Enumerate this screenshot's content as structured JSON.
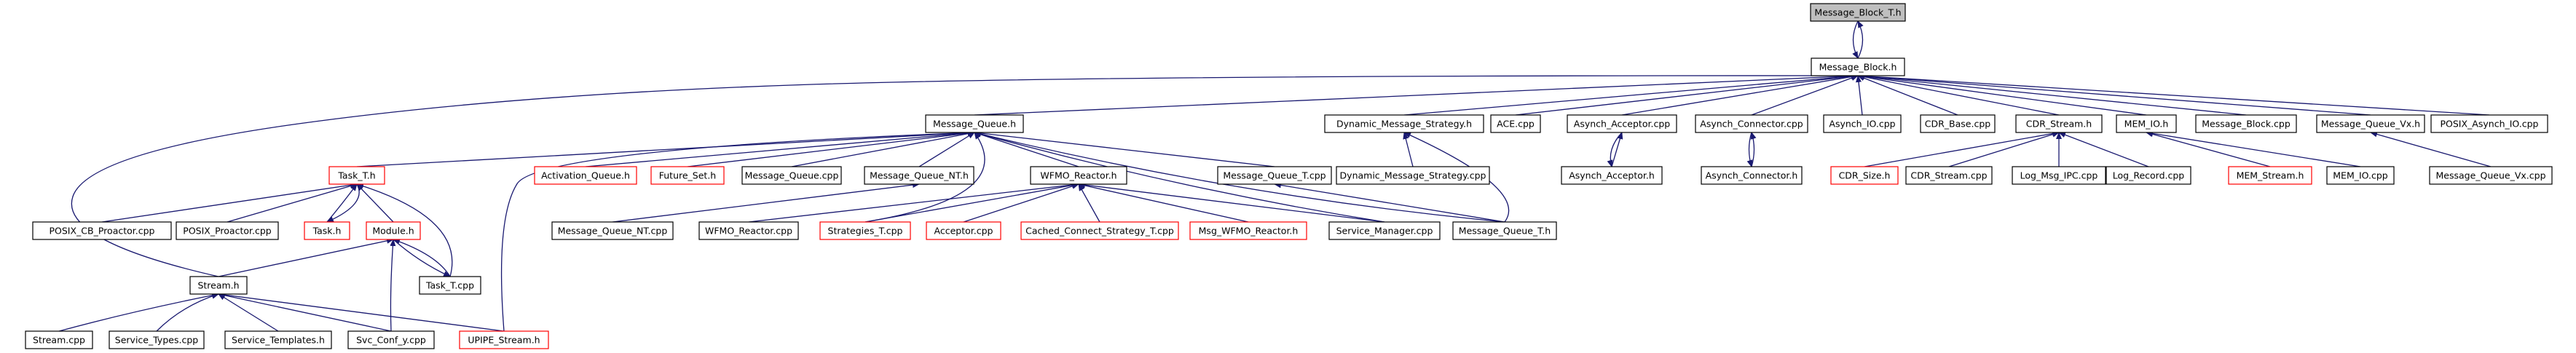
{
  "diagram": {
    "title": "",
    "colors": {
      "edge": "#191970",
      "normal_border": "#000000",
      "incomplete_border": "#ff0000",
      "root_fill": "#bfbfbf",
      "background": "#ffffff"
    },
    "nodes": [
      {
        "id": "root",
        "label": "Message_Block_T.h",
        "style": "root"
      },
      {
        "id": "mb",
        "label": "Message_Block.h"
      },
      {
        "id": "mq",
        "label": "Message_Queue.h"
      },
      {
        "id": "dms",
        "label": "Dynamic_Message_Strategy.h"
      },
      {
        "id": "acecpp",
        "label": "ACE.cpp"
      },
      {
        "id": "aacpp",
        "label": "Asynch_Acceptor.cpp"
      },
      {
        "id": "accpp",
        "label": "Asynch_Connector.cpp"
      },
      {
        "id": "aiocpp",
        "label": "Asynch_IO.cpp"
      },
      {
        "id": "cdrbase",
        "label": "CDR_Base.cpp"
      },
      {
        "id": "cdrs",
        "label": "CDR_Stream.h"
      },
      {
        "id": "memio",
        "label": "MEM_IO.h"
      },
      {
        "id": "mbcpp",
        "label": "Message_Block.cpp"
      },
      {
        "id": "mqvx",
        "label": "Message_Queue_Vx.h"
      },
      {
        "id": "paio",
        "label": "POSIX_Asynch_IO.cpp"
      },
      {
        "id": "taskt",
        "label": "Task_T.h",
        "style": "red"
      },
      {
        "id": "actq",
        "label": "Activation_Queue.h",
        "style": "red"
      },
      {
        "id": "futs",
        "label": "Future_Set.h",
        "style": "red"
      },
      {
        "id": "mqcpp",
        "label": "Message_Queue.cpp"
      },
      {
        "id": "mqnt",
        "label": "Message_Queue_NT.h"
      },
      {
        "id": "wfmo",
        "label": "WFMO_Reactor.h"
      },
      {
        "id": "mqtcpp",
        "label": "Message_Queue_T.cpp"
      },
      {
        "id": "dmscpp",
        "label": "Dynamic_Message_Strategy.cpp"
      },
      {
        "id": "aah",
        "label": "Asynch_Acceptor.h"
      },
      {
        "id": "ach",
        "label": "Asynch_Connector.h"
      },
      {
        "id": "cdrsize",
        "label": "CDR_Size.h",
        "style": "red"
      },
      {
        "id": "cdrscpp",
        "label": "CDR_Stream.cpp"
      },
      {
        "id": "logipc",
        "label": "Log_Msg_IPC.cpp"
      },
      {
        "id": "logrec",
        "label": "Log_Record.cpp"
      },
      {
        "id": "memst",
        "label": "MEM_Stream.h",
        "style": "red"
      },
      {
        "id": "memiocpp",
        "label": "MEM_IO.cpp"
      },
      {
        "id": "mqvxcpp",
        "label": "Message_Queue_Vx.cpp"
      },
      {
        "id": "pcb",
        "label": "POSIX_CB_Proactor.cpp"
      },
      {
        "id": "pp",
        "label": "POSIX_Proactor.cpp"
      },
      {
        "id": "taskh",
        "label": "Task.h",
        "style": "red"
      },
      {
        "id": "modh",
        "label": "Module.h",
        "style": "red"
      },
      {
        "id": "mqntcpp",
        "label": "Message_Queue_NT.cpp"
      },
      {
        "id": "wfmocpp",
        "label": "WFMO_Reactor.cpp"
      },
      {
        "id": "stratt",
        "label": "Strategies_T.cpp",
        "style": "red"
      },
      {
        "id": "acccpp",
        "label": "Acceptor.cpp",
        "style": "red"
      },
      {
        "id": "ccst",
        "label": "Cached_Connect_Strategy_T.cpp",
        "style": "red"
      },
      {
        "id": "msgwfmo",
        "label": "Msg_WFMO_Reactor.h",
        "style": "red"
      },
      {
        "id": "smcpp",
        "label": "Service_Manager.cpp"
      },
      {
        "id": "mqth",
        "label": "Message_Queue_T.h"
      },
      {
        "id": "tasktcpp",
        "label": "Task_T.cpp"
      },
      {
        "id": "streamh",
        "label": "Stream.h"
      },
      {
        "id": "streamcpp",
        "label": "Stream.cpp"
      },
      {
        "id": "stypes",
        "label": "Service_Types.cpp"
      },
      {
        "id": "stempl",
        "label": "Service_Templates.h"
      },
      {
        "id": "svcconf",
        "label": "Svc_Conf_y.cpp"
      },
      {
        "id": "upipe",
        "label": "UPIPE_Stream.h",
        "style": "red"
      }
    ],
    "edges": [
      [
        "mb",
        "root"
      ],
      [
        "root",
        "mb"
      ],
      [
        "mq",
        "mb"
      ],
      [
        "dms",
        "mb"
      ],
      [
        "acecpp",
        "mb"
      ],
      [
        "aacpp",
        "mb"
      ],
      [
        "accpp",
        "mb"
      ],
      [
        "aiocpp",
        "mb"
      ],
      [
        "cdrbase",
        "mb"
      ],
      [
        "cdrs",
        "mb"
      ],
      [
        "memio",
        "mb"
      ],
      [
        "mbcpp",
        "mb"
      ],
      [
        "mqvx",
        "mb"
      ],
      [
        "paio",
        "mb"
      ],
      [
        "streamh",
        "mb"
      ],
      [
        "taskt",
        "mq"
      ],
      [
        "actq",
        "mq"
      ],
      [
        "futs",
        "mq"
      ],
      [
        "mqcpp",
        "mq"
      ],
      [
        "mqnt",
        "mq"
      ],
      [
        "wfmo",
        "mq"
      ],
      [
        "mqtcpp",
        "mq"
      ],
      [
        "mqth",
        "mq"
      ],
      [
        "smcpp",
        "mq"
      ],
      [
        "stratt",
        "mq"
      ],
      [
        "upipe",
        "mq"
      ],
      [
        "dmscpp",
        "dms"
      ],
      [
        "mqth",
        "dms"
      ],
      [
        "aah",
        "aacpp"
      ],
      [
        "aacpp",
        "aah"
      ],
      [
        "ach",
        "accpp"
      ],
      [
        "accpp",
        "ach"
      ],
      [
        "cdrsize",
        "cdrs"
      ],
      [
        "cdrscpp",
        "cdrs"
      ],
      [
        "logipc",
        "cdrs"
      ],
      [
        "logrec",
        "cdrs"
      ],
      [
        "memst",
        "memio"
      ],
      [
        "memiocpp",
        "memio"
      ],
      [
        "mqvxcpp",
        "mqvx"
      ],
      [
        "pcb",
        "taskt"
      ],
      [
        "pp",
        "taskt"
      ],
      [
        "taskh",
        "taskt"
      ],
      [
        "modh",
        "taskt"
      ],
      [
        "tasktcpp",
        "taskt"
      ],
      [
        "taskt",
        "taskh"
      ],
      [
        "tasktcpp",
        "modh"
      ],
      [
        "streamh",
        "modh"
      ],
      [
        "svcconf",
        "modh"
      ],
      [
        "modh",
        "tasktcpp"
      ],
      [
        "mqntcpp",
        "mqnt"
      ],
      [
        "wfmocpp",
        "wfmo"
      ],
      [
        "stratt",
        "wfmo"
      ],
      [
        "acccpp",
        "wfmo"
      ],
      [
        "ccst",
        "wfmo"
      ],
      [
        "msgwfmo",
        "wfmo"
      ],
      [
        "smcpp",
        "wfmo"
      ],
      [
        "mqth",
        "mqtcpp"
      ],
      [
        "streamcpp",
        "streamh"
      ],
      [
        "stypes",
        "streamh"
      ],
      [
        "stempl",
        "streamh"
      ],
      [
        "svcconf",
        "streamh"
      ],
      [
        "upipe",
        "streamh"
      ]
    ]
  }
}
